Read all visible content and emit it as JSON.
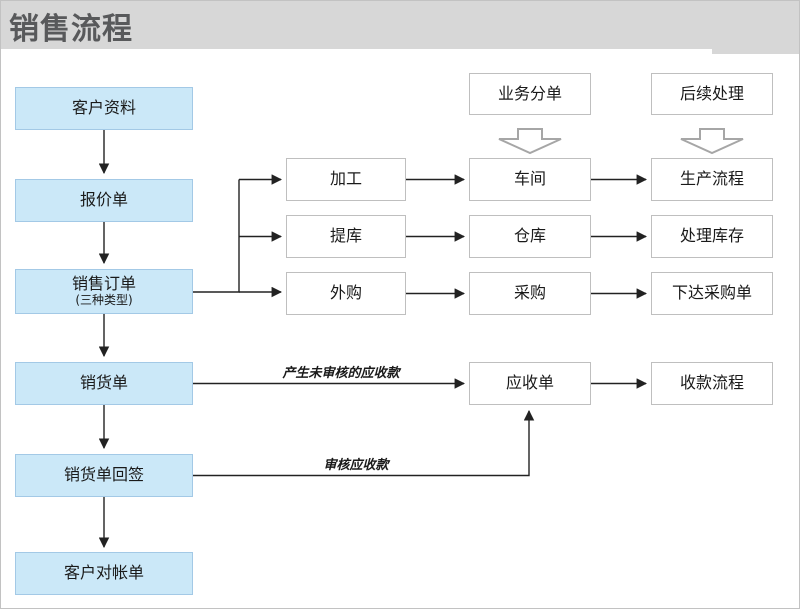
{
  "header": {
    "title": "销售流程"
  },
  "colors": {
    "header_bg": "#d7d7d7",
    "header_text": "#58595b",
    "blue_fill": "#cbe8f8",
    "blue_border": "#a3c9e6",
    "white_box_border": "#bfbfbf",
    "connector": "#222222",
    "block_arrow_border": "#a6a6a6"
  },
  "nodes": {
    "customer_info": "客户资料",
    "quotation": "报价单",
    "sales_order": "销售订单",
    "sales_order_sub": "(三种类型)",
    "delivery_note": "销货单",
    "delivery_receipt": "销货单回签",
    "customer_statement": "客户对帐单",
    "processing": "加工",
    "pick_stock": "提库",
    "outsource": "外购",
    "dispatch_header": "业务分单",
    "workshop": "车间",
    "warehouse": "仓库",
    "purchasing": "采购",
    "receivable_doc": "应收单",
    "followup_header": "后续处理",
    "production_flow": "生产流程",
    "handle_inventory": "处理库存",
    "issue_po": "下达采购单",
    "collection_flow": "收款流程"
  },
  "edge_labels": {
    "generate_receivable": "产生未审核的应收款",
    "audit_receivable": "审核应收款"
  }
}
